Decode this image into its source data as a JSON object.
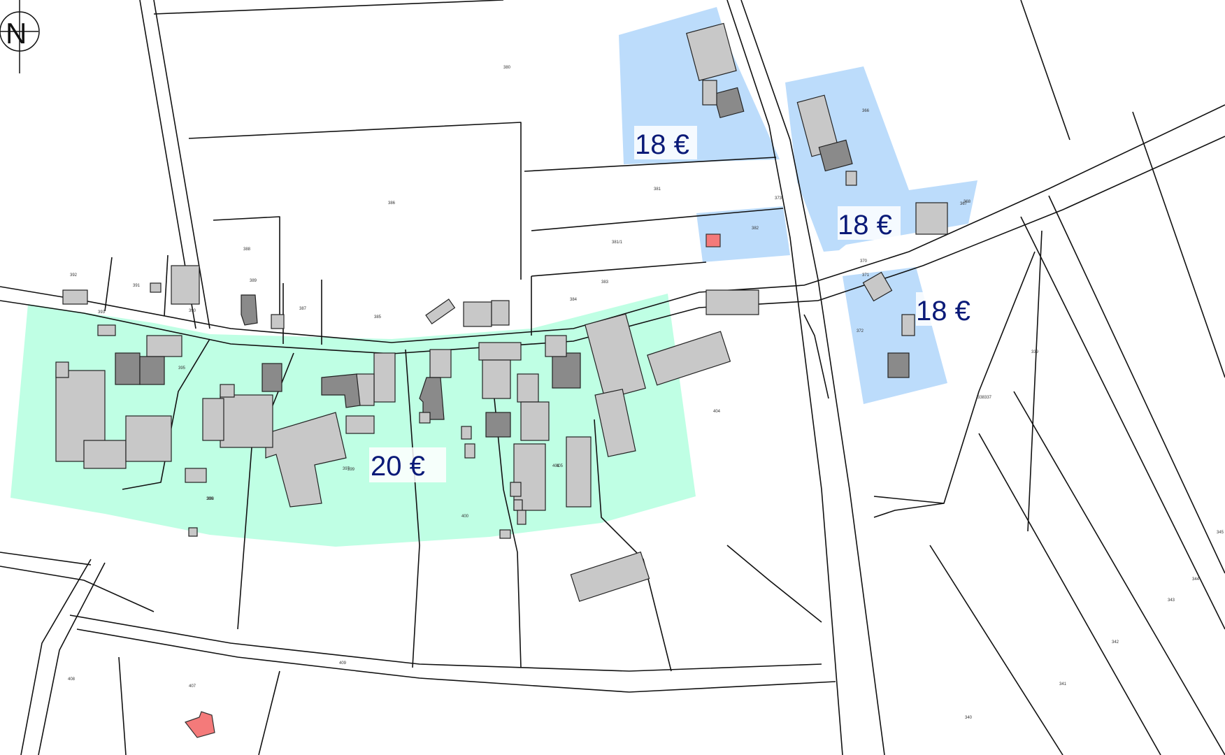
{
  "map": {
    "north_arrow_label": "N",
    "colors": {
      "zone_green": "#bfffe4",
      "zone_blue": "#bcdcfb",
      "price_text": "#0a1a78",
      "building": "#c8c8c8",
      "building_dark": "#8a8a8a",
      "building_red": "#f47a7a"
    },
    "price_labels": [
      {
        "id": "blue-1",
        "zone": "blue",
        "text": "18 €"
      },
      {
        "id": "blue-2",
        "zone": "blue",
        "text": "18 €"
      },
      {
        "id": "blue-3",
        "zone": "blue",
        "text": "18 €"
      },
      {
        "id": "green-1",
        "zone": "green",
        "text": "20 €"
      }
    ],
    "parcel_numbers": [
      "380",
      "386",
      "381",
      "381/1",
      "382",
      "383",
      "384",
      "385",
      "387",
      "388",
      "389",
      "390",
      "391",
      "392",
      "393",
      "395",
      "396",
      "397",
      "398",
      "399",
      "400",
      "401",
      "404",
      "405",
      "407",
      "408",
      "409",
      "366",
      "367",
      "368",
      "370",
      "371",
      "372",
      "373",
      "337",
      "338",
      "339",
      "340",
      "341",
      "342",
      "343",
      "344",
      "345"
    ]
  }
}
